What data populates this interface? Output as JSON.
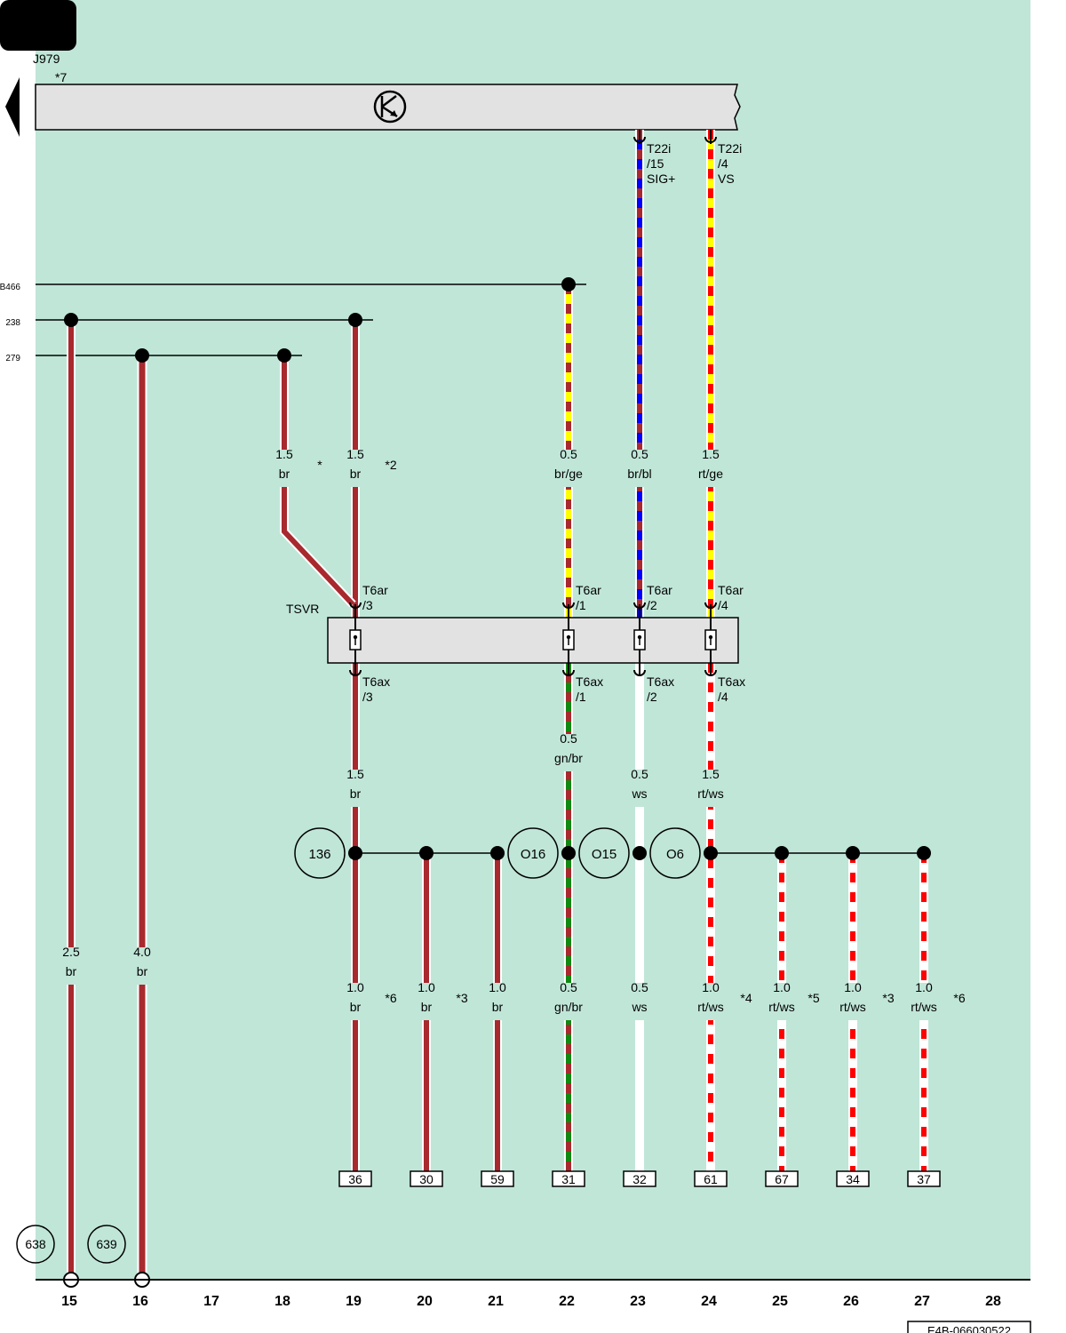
{
  "component": {
    "code": "J979",
    "note": "*7"
  },
  "connector_block": {
    "name": "TSVR"
  },
  "refs": [
    {
      "label": "B466"
    },
    {
      "label": "238"
    },
    {
      "label": "279"
    }
  ],
  "pins_top": [
    {
      "conn": "T22i",
      "pin": "/15",
      "sig": "SIG+"
    },
    {
      "conn": "T22i",
      "pin": "/4",
      "sig": "VS"
    }
  ],
  "tsvr_upper": [
    {
      "conn": "T6ar",
      "pin": "/3"
    },
    {
      "conn": "T6ar",
      "pin": "/1"
    },
    {
      "conn": "T6ar",
      "pin": "/2"
    },
    {
      "conn": "T6ar",
      "pin": "/4"
    }
  ],
  "tsvr_lower": [
    {
      "conn": "T6ax",
      "pin": "/3"
    },
    {
      "conn": "T6ax",
      "pin": "/1"
    },
    {
      "conn": "T6ax",
      "pin": "/2"
    },
    {
      "conn": "T6ax",
      "pin": "/4"
    }
  ],
  "wire_labels": [
    {
      "size": "1.5",
      "color": "br",
      "note": "*"
    },
    {
      "size": "1.5",
      "color": "br",
      "note": "*2"
    },
    {
      "size": "0.5",
      "color": "br/ge",
      "note": ""
    },
    {
      "size": "0.5",
      "color": "br/bl",
      "note": ""
    },
    {
      "size": "1.5",
      "color": "rt/ge",
      "note": ""
    },
    {
      "size": "0.5",
      "color": "gn/br",
      "note": ""
    },
    {
      "size": "1.5",
      "color": "br",
      "note": ""
    },
    {
      "size": "0.5",
      "color": "ws",
      "note": ""
    },
    {
      "size": "1.5",
      "color": "rt/ws",
      "note": ""
    },
    {
      "size": "2.5",
      "color": "br",
      "note": ""
    },
    {
      "size": "4.0",
      "color": "br",
      "note": ""
    },
    {
      "size": "1.0",
      "color": "br",
      "note": "*6"
    },
    {
      "size": "1.0",
      "color": "br",
      "note": "*3"
    },
    {
      "size": "1.0",
      "color": "br",
      "note": ""
    },
    {
      "size": "0.5",
      "color": "gn/br",
      "note": ""
    },
    {
      "size": "0.5",
      "color": "ws",
      "note": ""
    },
    {
      "size": "1.0",
      "color": "rt/ws",
      "note": "*4"
    },
    {
      "size": "1.0",
      "color": "rt/ws",
      "note": "*5"
    },
    {
      "size": "1.0",
      "color": "rt/ws",
      "note": "*3"
    },
    {
      "size": "1.0",
      "color": "rt/ws",
      "note": "*6"
    }
  ],
  "splices": [
    {
      "label": "136"
    },
    {
      "label": "O16"
    },
    {
      "label": "O15"
    },
    {
      "label": "O6"
    }
  ],
  "terminals": [
    {
      "label": "36"
    },
    {
      "label": "30"
    },
    {
      "label": "59"
    },
    {
      "label": "31"
    },
    {
      "label": "32"
    },
    {
      "label": "61"
    },
    {
      "label": "67"
    },
    {
      "label": "34"
    },
    {
      "label": "37"
    }
  ],
  "grounds": [
    {
      "label": "638"
    },
    {
      "label": "639"
    }
  ],
  "columns": [
    "15",
    "16",
    "17",
    "18",
    "19",
    "20",
    "21",
    "22",
    "23",
    "24",
    "25",
    "26",
    "27",
    "28"
  ],
  "footer_code": "E4B-066030522",
  "colors": {
    "background": "#c0e6d8",
    "brown": "#a8292e",
    "red": "#ff0000",
    "yellow": "#ffff00",
    "blue": "#0000ff",
    "green": "#118811",
    "white": "#ffffff",
    "component_fill": "#e2e2e2"
  }
}
